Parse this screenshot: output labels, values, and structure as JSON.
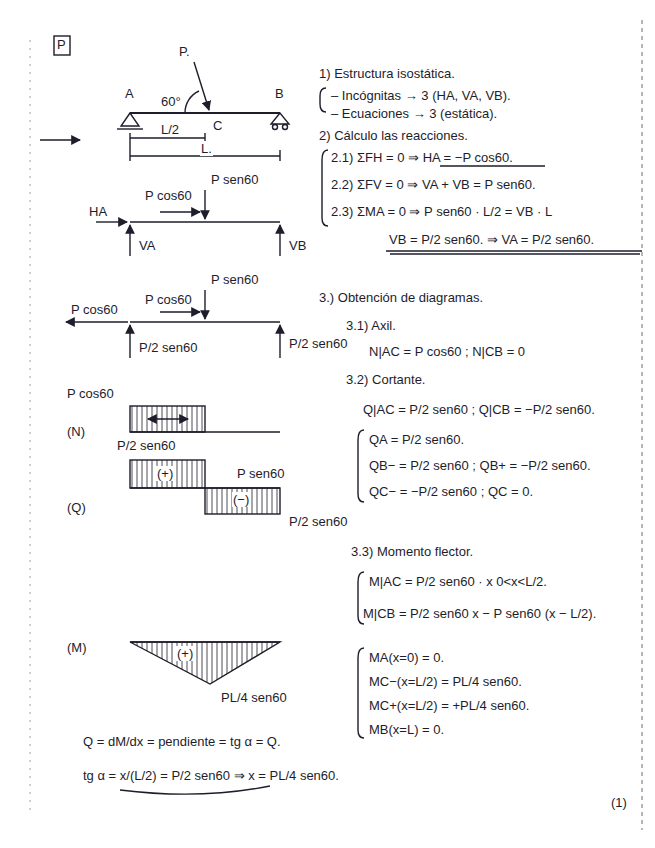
{
  "diagram": {
    "labels": [
      "P",
      "P.",
      "60°",
      "A",
      "B",
      "C",
      "L/2",
      "L.",
      "P cos60",
      "P sen60",
      "HA",
      "VA",
      "VB",
      "P sen60",
      "P cos60",
      "P cos60",
      "P/2 sen60",
      "P/2 sen60",
      "P cos60",
      "(N)",
      "P/2 sen60",
      "P sen60",
      "(+)",
      "(−)",
      "P/2 sen60",
      "(Q)",
      "(+)",
      "(M)",
      "PL/4 sen60",
      "Q = dM/dx = pendiente = tg α = Q.",
      "tg α = x/(L/2) = P/2 sen60 ⇒ x = PL/4 sen60.",
      "1) Estructura isostática.",
      "– Incógnitas → 3 (HA, VA, VB).",
      "– Ecuaciones → 3 (estática).",
      "2) Cálculo las reacciones.",
      "2.1) ΣFH = 0 ⇒ HA = −P cos60.",
      "2.2) ΣFV = 0 ⇒ VA + VB = P sen60.",
      "2.3) ΣMA = 0 ⇒ P sen60 · L/2 = VB · L",
      "VB = P/2 sen60. ⇒ VA = P/2 sen60.",
      "3.) Obtención de diagramas.",
      "3.1) Axil.",
      "N|AC = P cos60 ; N|CB = 0",
      "3.2) Cortante.",
      "Q|AC = P/2 sen60 ; Q|CB = −P/2 sen60.",
      "QA = P/2 sen60.",
      "QB− = P/2 sen60 ; QB+ = −P/2 sen60.",
      "QC− = −P/2 sen60 ; QC = 0.",
      "3.3) Momento flector.",
      "M|AC = P/2 sen60 · x    0<x<L/2.",
      "M|CB = P/2 sen60 x − P sen60 (x − L/2).",
      "MA(x=0) = 0.",
      "MC−(x=L/2) = PL/4 sen60.",
      "MC+(x=L/2) = +PL/4 sen60.",
      "MB(x=L) = 0.",
      "(1)"
    ]
  }
}
